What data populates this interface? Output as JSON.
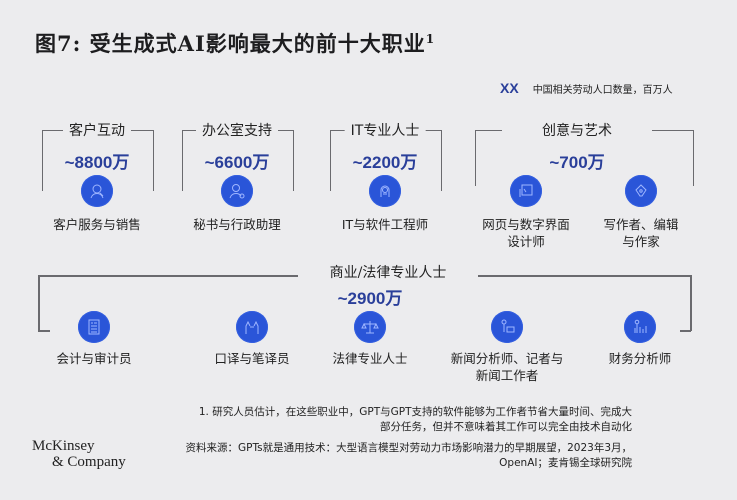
{
  "title": {
    "text": "图7: 受生成式AI影响最大的前十大职业",
    "footnote_marker": "1"
  },
  "legend": {
    "key": "XX",
    "text": "中国相关劳动人口数量，百万人"
  },
  "groups_top": [
    {
      "title": "客户互动",
      "number": "~8800",
      "unit": "万",
      "occupations": [
        {
          "label": "客户服务与销售",
          "icon": "customer-service-icon"
        }
      ]
    },
    {
      "title": "办公室支持",
      "number": "~6600",
      "unit": "万",
      "occupations": [
        {
          "label": "秘书与行政助理",
          "icon": "secretary-icon"
        }
      ]
    },
    {
      "title": "IT专业人士",
      "number": "~2200",
      "unit": "万",
      "occupations": [
        {
          "label": "IT与软件工程师",
          "icon": "software-engineer-icon"
        }
      ]
    },
    {
      "title": "创意与艺术",
      "number": "~700",
      "unit": "万",
      "occupations": [
        {
          "label": "网页与数字界面\n设计师",
          "icon": "web-designer-icon"
        },
        {
          "label": "写作者、编辑\n与作家",
          "icon": "writer-pen-icon"
        }
      ]
    }
  ],
  "group_bottom": {
    "title": "商业/法律专业人士",
    "number": "~2900",
    "unit": "万",
    "occupations": [
      {
        "label": "会计与审计员",
        "icon": "accounting-document-icon"
      },
      {
        "label": "口译与笔译员",
        "icon": "interpreter-icon"
      },
      {
        "label": "法律专业人士",
        "icon": "legal-scales-icon"
      },
      {
        "label": "新闻分析师、记者与\n新闻工作者",
        "icon": "journalist-icon"
      },
      {
        "label": "财务分析师",
        "icon": "financial-chart-icon"
      }
    ]
  },
  "footnote": {
    "line1": "1. 研究人员估计，在这些职业中，GPT与GPT支持的软件能够为工作者节省大量时间、完成大",
    "line2": "部分任务，但并不意味着其工作可以完全由技术自动化"
  },
  "source": {
    "line1": "资料来源：GPTs就是通用技术：大型语言模型对劳动力市场影响潜力的早期展望，2023年3月，",
    "line2": "OpenAI；麦肯锡全球研究院"
  },
  "logo": {
    "line1": "McKinsey",
    "line2": "& Company"
  },
  "colors": {
    "accent": "#2a3f9a",
    "icon_fill": "#2a55d8",
    "background": "#ececee",
    "bracket": "#6a6a6e"
  }
}
